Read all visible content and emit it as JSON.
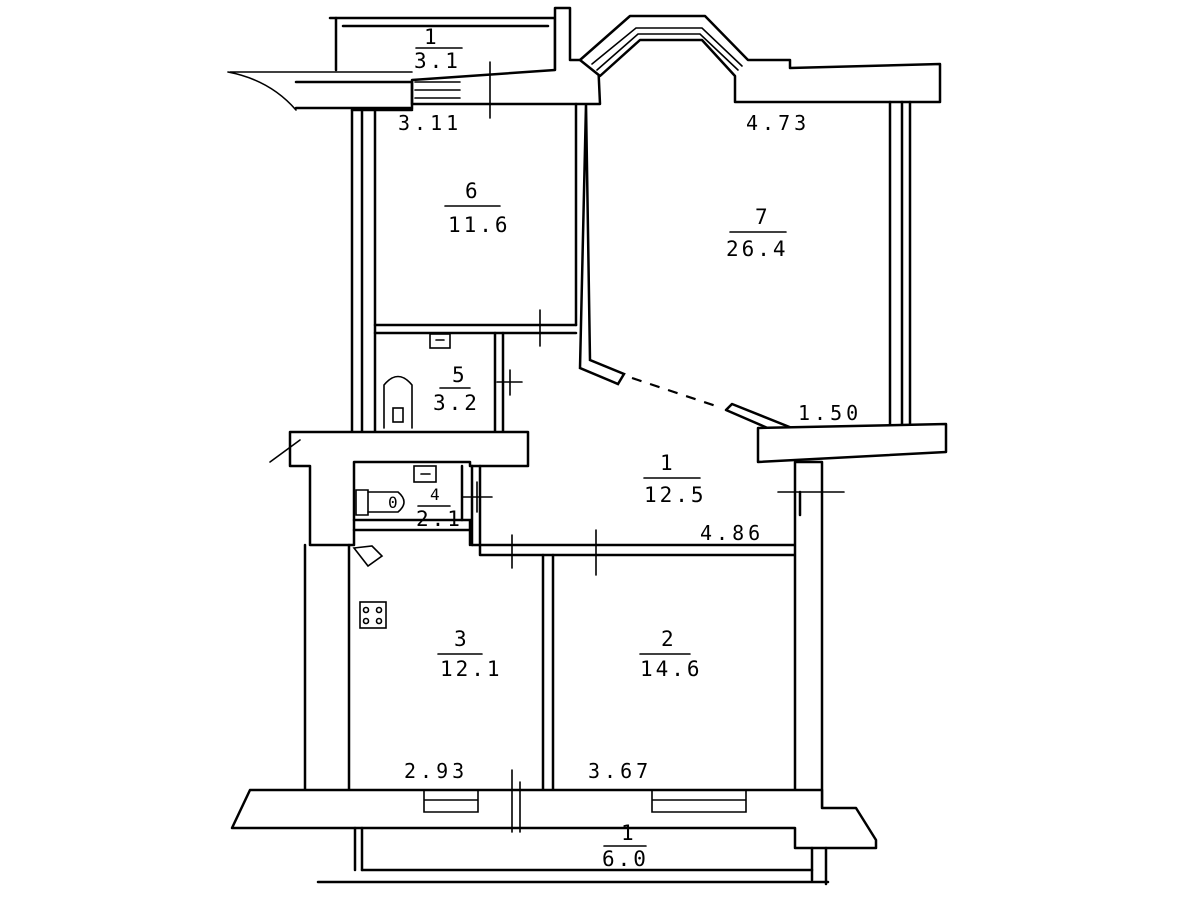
{
  "rooms": [
    {
      "id": "balcony-top",
      "number": "1",
      "area": "3.1"
    },
    {
      "id": "room-6",
      "number": "6",
      "area": "11.6"
    },
    {
      "id": "room-7",
      "number": "7",
      "area": "26.4"
    },
    {
      "id": "room-5",
      "number": "5",
      "area": "3.2"
    },
    {
      "id": "room-1",
      "number": "1",
      "area": "12.5"
    },
    {
      "id": "room-4",
      "number": "4",
      "area": "2.1"
    },
    {
      "id": "room-3",
      "number": "3",
      "area": "12.1"
    },
    {
      "id": "room-2",
      "number": "2",
      "area": "14.6"
    },
    {
      "id": "balcony-bottom",
      "number": "1",
      "area": "6.0"
    }
  ],
  "dimensions": {
    "d_311": "3.11",
    "d_473": "4.73",
    "d_150": "1.50",
    "d_486": "4.86",
    "d_293": "2.93",
    "d_367": "3.67"
  },
  "fixtures": {
    "wc_mark": "0"
  }
}
